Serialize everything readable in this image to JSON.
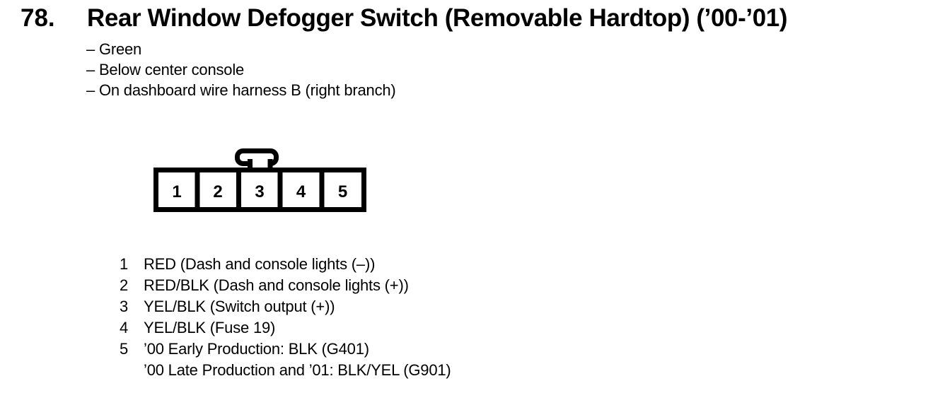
{
  "header": {
    "number": "78.",
    "title": "Rear Window Defogger Switch (Removable Hardtop) (’00-’01)"
  },
  "notes": [
    "– Green",
    "– Below center console",
    "– On dashboard wire harness B (right branch)"
  ],
  "connector": {
    "cells": [
      "1",
      "2",
      "3",
      "4",
      "5"
    ]
  },
  "pins": [
    {
      "num": "1",
      "desc": "RED (Dash and console lights (–))"
    },
    {
      "num": "2",
      "desc": "RED/BLK (Dash and console lights (+))"
    },
    {
      "num": "3",
      "desc": "YEL/BLK (Switch output (+))"
    },
    {
      "num": "4",
      "desc": "YEL/BLK (Fuse 19)"
    },
    {
      "num": "5",
      "desc": "’00 Early Production: BLK (G401)",
      "desc2": "’00 Late Production and ’01: BLK/YEL (G901)"
    }
  ],
  "colors": {
    "ink": "#000000",
    "paper": "#ffffff"
  }
}
